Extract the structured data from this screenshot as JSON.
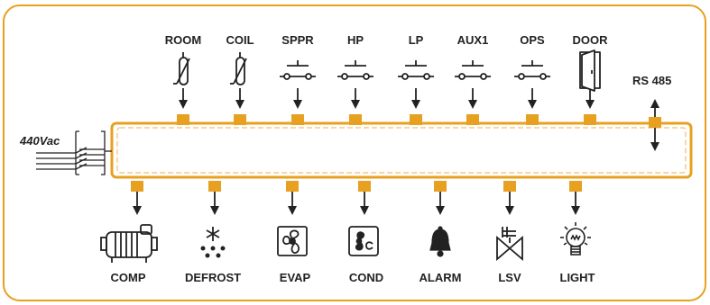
{
  "colors": {
    "frame": "#e8a020",
    "connector": "#e8a020",
    "ink": "#222222",
    "background": "#ffffff"
  },
  "power": {
    "label": "440Vac"
  },
  "rs485": {
    "label": "RS 485"
  },
  "inputs": [
    {
      "id": "room",
      "label": "ROOM",
      "icon": "thermistor-probe-icon"
    },
    {
      "id": "coil",
      "label": "COIL",
      "icon": "thermistor-probe-icon"
    },
    {
      "id": "sppr",
      "label": "SPPR",
      "icon": "switch-contact-icon"
    },
    {
      "id": "hp",
      "label": "HP",
      "icon": "switch-contact-icon"
    },
    {
      "id": "lp",
      "label": "LP",
      "icon": "switch-contact-icon"
    },
    {
      "id": "aux1",
      "label": "AUX1",
      "icon": "switch-contact-icon"
    },
    {
      "id": "ops",
      "label": "OPS",
      "icon": "switch-contact-icon"
    },
    {
      "id": "door",
      "label": "DOOR",
      "icon": "door-icon"
    }
  ],
  "outputs": [
    {
      "id": "comp",
      "label": "COMP",
      "icon": "compressor-icon"
    },
    {
      "id": "defrost",
      "label": "DEFROST",
      "icon": "snowflake-defrost-icon"
    },
    {
      "id": "evap",
      "label": "EVAP",
      "icon": "evaporator-fan-icon"
    },
    {
      "id": "cond",
      "label": "COND",
      "icon": "condenser-fan-icon"
    },
    {
      "id": "alarm",
      "label": "ALARM",
      "icon": "bell-icon"
    },
    {
      "id": "lsv",
      "label": "LSV",
      "icon": "solenoid-valve-icon"
    },
    {
      "id": "light",
      "label": "LIGHT",
      "icon": "light-bulb-icon"
    }
  ]
}
